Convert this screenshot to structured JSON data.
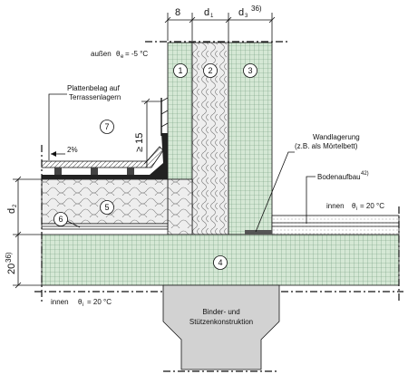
{
  "dimensions": {
    "d8": "8",
    "d1_main": "d",
    "d1_sub": "1",
    "d3_main": "d",
    "d3_sub": "3",
    "d3_note": "36)",
    "d2_main": "d",
    "d2_sub": "2",
    "ge15": "≥ 15",
    "d20": "20",
    "d20_note": "36)"
  },
  "labels": {
    "aussen": "außen",
    "theta_e": "θ",
    "theta_e_sub": "e",
    "theta_e_val": "= -5 °C",
    "plattenbelag_1": "Plattenbelag auf",
    "plattenbelag_2": "Terrassenlagern",
    "slope": "2%",
    "wandlagerung_1": "Wandlagerung",
    "wandlagerung_2": "(z.B. als Mörtelbett)",
    "bodenaufbau": "Bodenaufbau",
    "bodenaufbau_note": "42)",
    "innen_right": "innen",
    "theta_i_right": "θ",
    "theta_i_right_sub": "i",
    "theta_i_right_val": "= 20 °C",
    "innen_bottom": "innen",
    "theta_i_bottom": "θ",
    "theta_i_bottom_sub": "i",
    "theta_i_bottom_val": "= 20 °C",
    "binder_1": "Binder- und",
    "binder_2": "Stützenkonstruktion"
  },
  "markers": [
    "1",
    "2",
    "3",
    "4",
    "5",
    "6",
    "7"
  ],
  "colors": {
    "concrete": "#d5e8d5",
    "grid_line": "#6f9a7b",
    "insulation": "#eeeeee",
    "column": "#d2d2d2",
    "line": "#111111"
  }
}
